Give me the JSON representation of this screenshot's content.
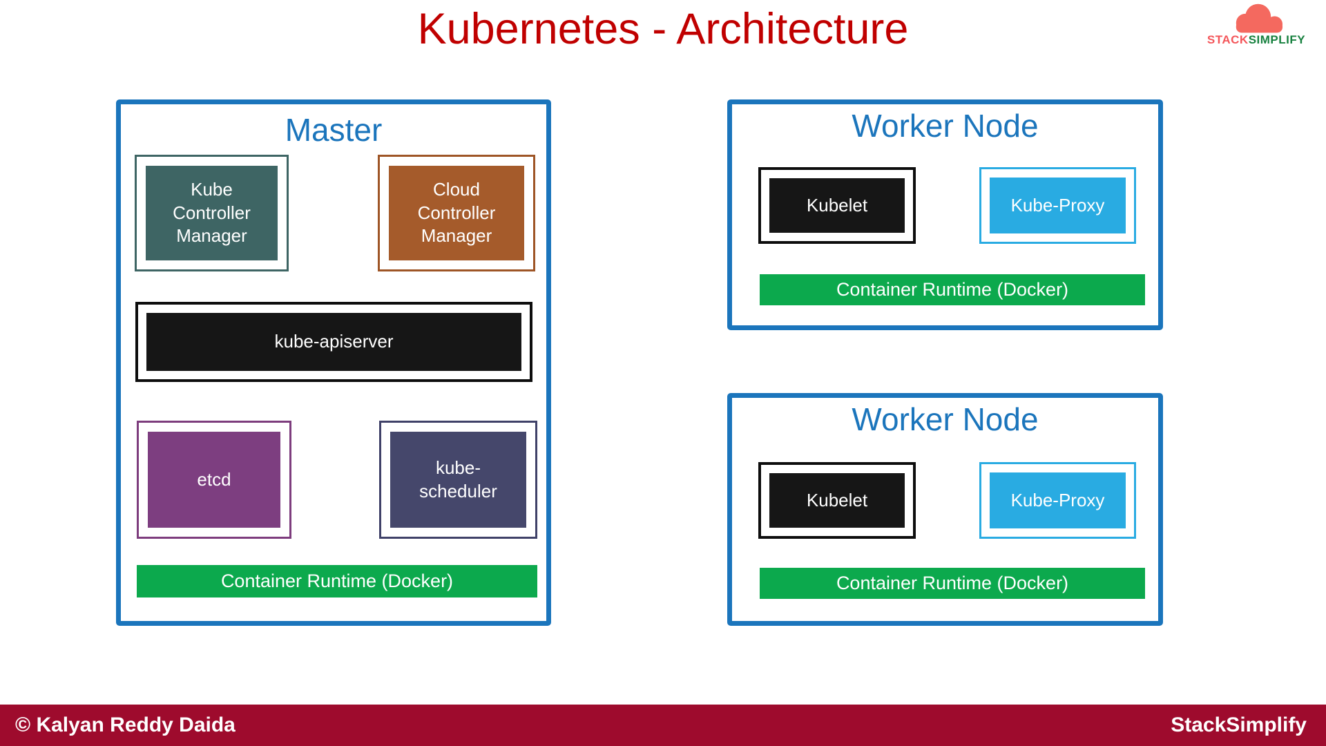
{
  "page": {
    "title": "Kubernetes - Architecture"
  },
  "logo": {
    "stack": "STACK",
    "simplify": "SIMPLIFY",
    "cloud_icon_color": "#F4695F"
  },
  "master": {
    "title": "Master",
    "components": {
      "kube_controller_manager": "Kube\nController\nManager",
      "cloud_controller_manager": "Cloud\nController\nManager",
      "kube_apiserver": "kube-apiserver",
      "etcd": "etcd",
      "kube_scheduler": "kube-\nscheduler",
      "container_runtime": "Container Runtime (Docker)"
    }
  },
  "workers": [
    {
      "title": "Worker Node",
      "kubelet": "Kubelet",
      "kube_proxy": "Kube-Proxy",
      "container_runtime": "Container Runtime (Docker)"
    },
    {
      "title": "Worker Node",
      "kubelet": "Kubelet",
      "kube_proxy": "Kube-Proxy",
      "container_runtime": "Container Runtime (Docker)"
    }
  ],
  "footer": {
    "copyright": "© Kalyan Reddy Daida",
    "brand": "StackSimplify"
  },
  "colors": {
    "title_red": "#C00000",
    "panel_blue": "#1B75BC",
    "teal": "#3E6564",
    "brown": "#A55B2B",
    "black": "#161616",
    "purple": "#7D3E80",
    "navy": "#45476B",
    "cyan": "#29ABE2",
    "green": "#0CA94D",
    "footer_crimson": "#9E0B2D",
    "logo_salmon": "#F4695F",
    "logo_green": "#17813F"
  }
}
